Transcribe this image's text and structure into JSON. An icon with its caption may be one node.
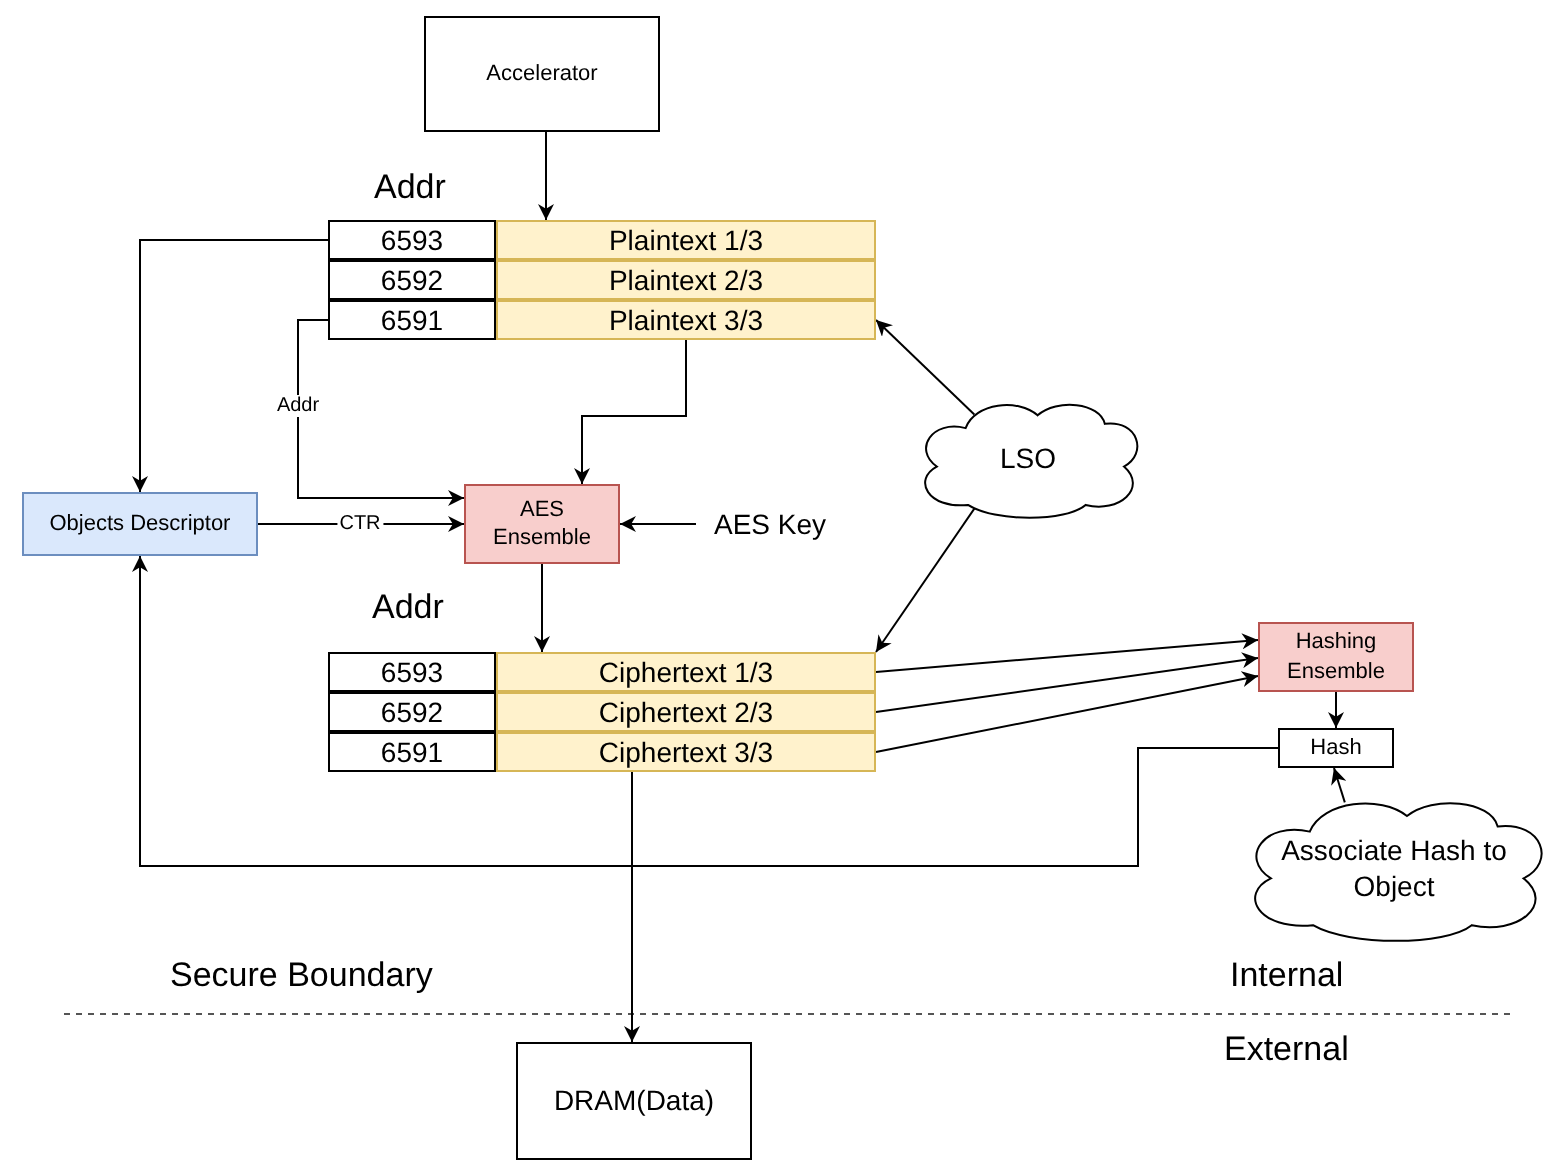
{
  "diagram": {
    "nodes": [
      {
        "text": [
          "Accelerator"
        ]
      },
      {
        "text": [
          "6593"
        ]
      },
      {
        "text": [
          "Plaintext 1/3"
        ]
      },
      {
        "text": [
          "6592"
        ]
      },
      {
        "text": [
          "Plaintext 2/3"
        ]
      },
      {
        "text": [
          "6591"
        ]
      },
      {
        "text": [
          "Plaintext 3/3"
        ]
      },
      {
        "text": [
          "Objects Descriptor"
        ]
      },
      {
        "text": [
          "AES Ensemble"
        ]
      },
      {
        "text": [
          "AES Key"
        ]
      },
      {
        "text": [
          "LSO"
        ]
      },
      {
        "text": [
          "6593"
        ]
      },
      {
        "text": [
          "Ciphertext 1/3"
        ]
      },
      {
        "text": [
          "6592"
        ]
      },
      {
        "text": [
          "Ciphertext 2/3"
        ]
      },
      {
        "text": [
          "6591"
        ]
      },
      {
        "text": [
          "Ciphertext 3/3"
        ]
      },
      {
        "text": [
          "Hashing Ensemble"
        ]
      },
      {
        "text": [
          "Hash"
        ]
      },
      {
        "text": [
          "Associate Hash to Object"
        ]
      },
      {
        "text": [
          "DRAM(Data)"
        ]
      }
    ],
    "edges": [
      {
        "from": 0,
        "to": 2,
        "arrow": "to"
      },
      {
        "from": 1,
        "to": 7,
        "arrow": "to"
      },
      {
        "from": 5,
        "to": 8,
        "arrow": "to",
        "label": "Addr"
      },
      {
        "from": 7,
        "to": 8,
        "arrow": "to",
        "label": "CTR"
      },
      {
        "from": 6,
        "to": 8,
        "arrow": "to"
      },
      {
        "from": 9,
        "to": 8,
        "arrow": "to"
      },
      {
        "from": 10,
        "to": 6,
        "arrow": "to"
      },
      {
        "from": 10,
        "to": 12,
        "arrow": "to"
      },
      {
        "from": 8,
        "to": 12,
        "arrow": "to"
      },
      {
        "from": 12,
        "to": 17,
        "arrow": "to"
      },
      {
        "from": 14,
        "to": 17,
        "arrow": "to"
      },
      {
        "from": 16,
        "to": 17,
        "arrow": "to"
      },
      {
        "from": 17,
        "to": 18,
        "arrow": "to"
      },
      {
        "from": 19,
        "to": 18,
        "arrow": "to"
      },
      {
        "from": 18,
        "to": 7,
        "arrow": "to"
      },
      {
        "from": 16,
        "to": 20,
        "arrow": "to"
      }
    ],
    "labels": [
      "Addr",
      "Addr",
      "Secure Boundary",
      "Internal",
      "External"
    ]
  }
}
